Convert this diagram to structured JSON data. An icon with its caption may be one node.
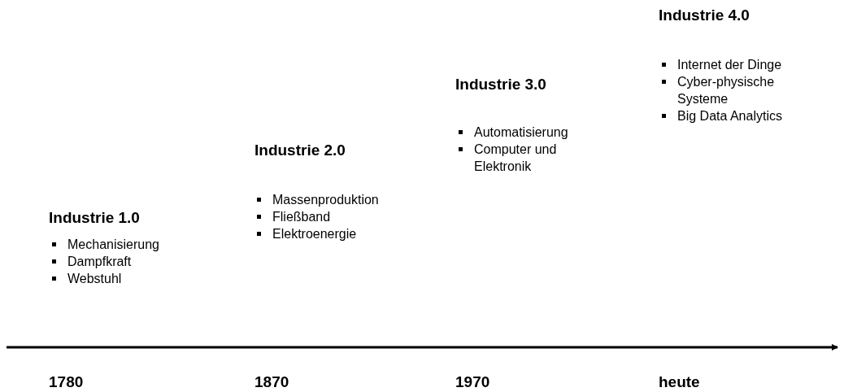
{
  "diagram": {
    "labels": [
      "Industrie 1.0",
      "Mechanisierung",
      "Dampfkraft",
      "Webstuhl",
      "Industrie 2.0",
      "Massenproduktion",
      "Fließband",
      "Elektroenergie",
      "Industrie 3.0",
      "Automatisierung",
      "Computer und Elektronik",
      "Industrie 4.0",
      "Internet der Dinge",
      "Cyber-physische Systeme",
      "Big Data Analytics",
      "1780",
      "1870",
      "1970",
      "heute"
    ]
  }
}
